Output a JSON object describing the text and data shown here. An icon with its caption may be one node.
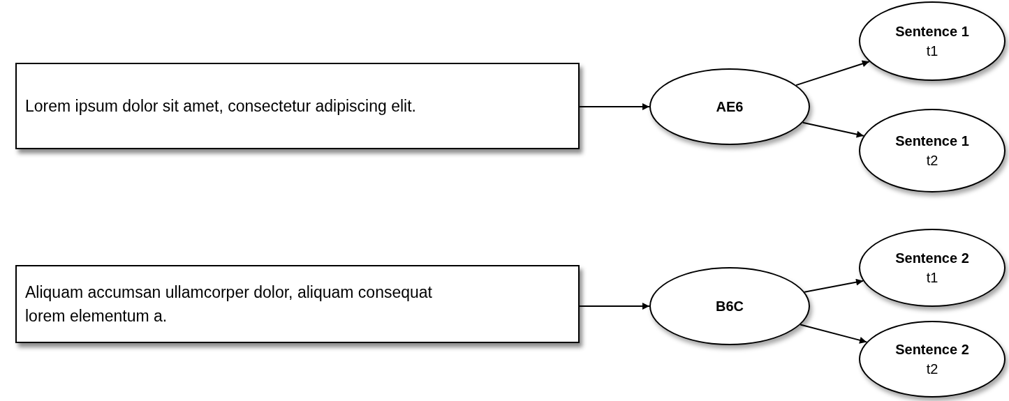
{
  "diagram": {
    "nodes": [
      {
        "text": [
          "Lorem ipsum dolor sit amet, consectetur adipiscing elit."
        ]
      },
      {
        "text": [
          "AE6"
        ]
      },
      {
        "text": [
          "Sentence 1",
          "t1"
        ]
      },
      {
        "text": [
          "Sentence 1",
          "t2"
        ]
      },
      {
        "text": [
          "Aliquam accumsan ullamcorper dolor, aliquam consequat lorem elementum a."
        ]
      },
      {
        "text": [
          "B6C"
        ]
      },
      {
        "text": [
          "Sentence 2",
          "t1"
        ]
      },
      {
        "text": [
          "Sentence 2",
          "t2"
        ]
      }
    ],
    "edges": [
      {
        "from": 0,
        "to": 1,
        "arrow": "to"
      },
      {
        "from": 1,
        "to": 2,
        "arrow": "to"
      },
      {
        "from": 1,
        "to": 3,
        "arrow": "to"
      },
      {
        "from": 4,
        "to": 5,
        "arrow": "to"
      },
      {
        "from": 5,
        "to": 6,
        "arrow": "to"
      },
      {
        "from": 5,
        "to": 7,
        "arrow": "to"
      }
    ]
  }
}
